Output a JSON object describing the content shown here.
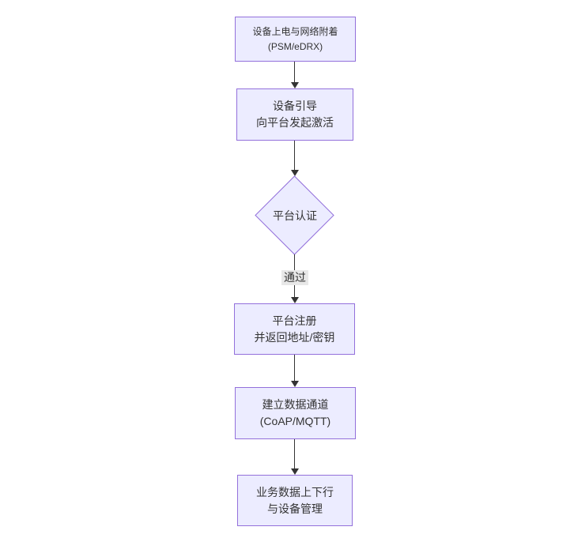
{
  "flow": {
    "type": "flowchart",
    "direction": "top-down",
    "colors": {
      "background": "#ffffff",
      "node_fill": "#ECECFF",
      "node_border": "#9370DB",
      "edge_color": "#333333",
      "text_color": "#333333",
      "edge_label_bg": "#e8e8e8"
    },
    "nodes": [
      {
        "id": "power-attach",
        "shape": "rect",
        "lines": [
          "设备上电与网络附着",
          "(PSM/eDRX)"
        ]
      },
      {
        "id": "bootstrap",
        "shape": "rect",
        "lines": [
          "设备引导",
          "向平台发起激活"
        ]
      },
      {
        "id": "auth",
        "shape": "diamond",
        "lines": [
          "平台认证"
        ]
      },
      {
        "id": "register",
        "shape": "rect",
        "lines": [
          "平台注册",
          "并返回地址/密钥"
        ]
      },
      {
        "id": "channel",
        "shape": "rect",
        "lines": [
          "建立数据通道",
          "(CoAP/MQTT)"
        ]
      },
      {
        "id": "business",
        "shape": "rect",
        "lines": [
          "业务数据上下行",
          "与设备管理"
        ]
      }
    ],
    "edges": [
      {
        "from": "power-attach",
        "to": "bootstrap",
        "label": ""
      },
      {
        "from": "bootstrap",
        "to": "auth",
        "label": ""
      },
      {
        "from": "auth",
        "to": "register",
        "label": "通过"
      },
      {
        "from": "register",
        "to": "channel",
        "label": ""
      },
      {
        "from": "channel",
        "to": "business",
        "label": ""
      }
    ]
  }
}
